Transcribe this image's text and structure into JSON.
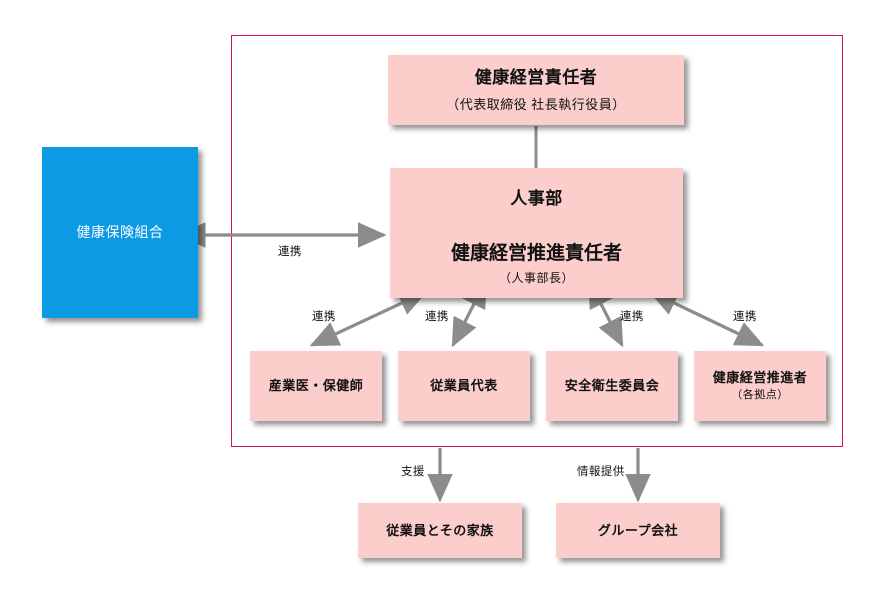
{
  "diagram": {
    "title_text": "",
    "colors": {
      "node_pink": "#fbcdcb",
      "node_blue": "#0d9ae5",
      "frame_border": "#d4134b",
      "arrow_gray": "#8c8c8c",
      "text_dark": "#111111",
      "text_light": "#ffffff"
    },
    "frame": {
      "label": "in-company-scope-frame"
    },
    "nodes": {
      "exec": {
        "main": "健康経営責任者",
        "sub": "（代表取締役 社長執行役員）"
      },
      "hr": {
        "dept": "人事部",
        "main": "健康経営推進責任者",
        "sub": "（人事部長）"
      },
      "kenpo": {
        "main": "健康保険組合"
      },
      "row": [
        {
          "main": "産業医・保健師",
          "sub": ""
        },
        {
          "main": "従業員代表",
          "sub": ""
        },
        {
          "main": "安全衛生委員会",
          "sub": ""
        },
        {
          "main": "健康経営推進者",
          "sub": "（各拠点）"
        }
      ],
      "bottom": [
        {
          "main": "従業員とその家族"
        },
        {
          "main": "グループ会社"
        }
      ]
    },
    "connectors": {
      "kenpo_hr": "連携",
      "hr_row": [
        "連携",
        "連携",
        "連携",
        "連携"
      ],
      "hr_kazoku": "支援",
      "hr_group": "情報提供"
    }
  }
}
